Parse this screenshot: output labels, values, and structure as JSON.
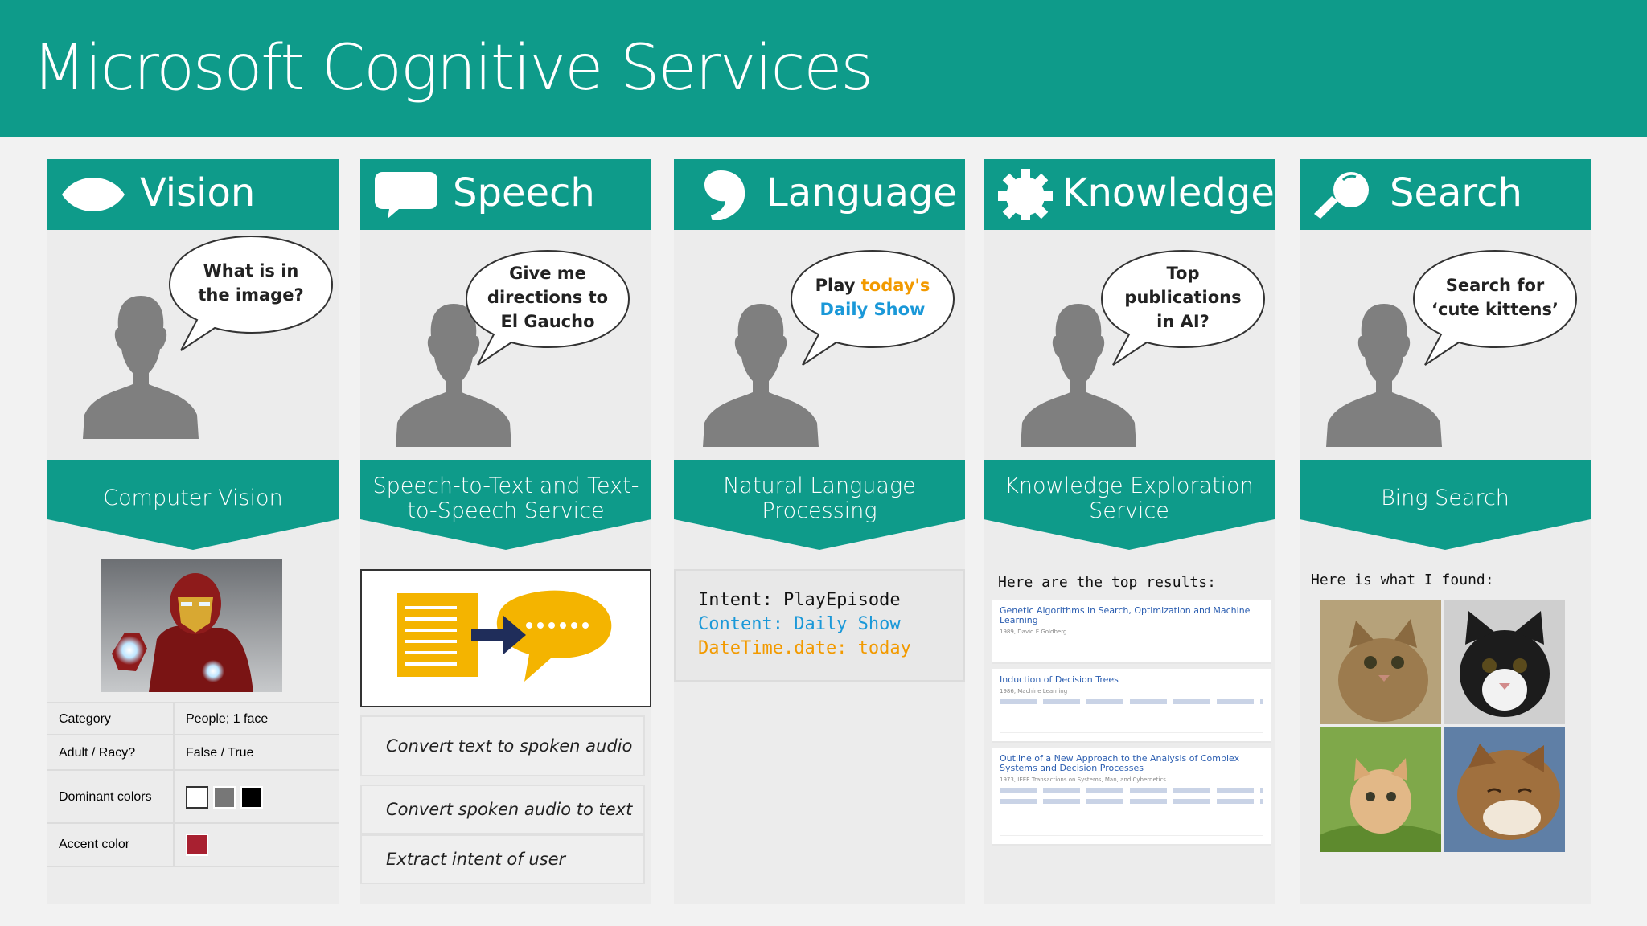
{
  "header": {
    "title": "Microsoft Cognitive Services"
  },
  "colors": {
    "teal": "#0e9b8a",
    "orange": "#f29a00",
    "blue": "#1a98d8",
    "accent_swatch": "#a82030"
  },
  "columns": {
    "vision": {
      "tab_label": "Vision",
      "icon": "eye-icon",
      "bubble": {
        "line1": "What is in",
        "line2": "the image?"
      },
      "banner": "Computer Vision",
      "table": [
        {
          "key": "Category",
          "value": "People; 1 face"
        },
        {
          "key": "Adult / Racy?",
          "value": "False / True"
        },
        {
          "key": "Dominant colors",
          "value": ""
        },
        {
          "key": "Accent color",
          "value": ""
        }
      ],
      "dominant_colors": [
        "#ffffff",
        "#777777",
        "#000000"
      ]
    },
    "speech": {
      "tab_label": "Speech",
      "icon": "speech-bubble-icon",
      "bubble": {
        "line1": "Give me",
        "line2": "directions to",
        "line3": "El Gaucho"
      },
      "banner_line1": "Speech-to-Text and Text-",
      "banner_line2": "to-Speech Service",
      "list": [
        "Convert text to spoken audio",
        "Convert spoken audio to text",
        "Extract intent of user"
      ]
    },
    "language": {
      "tab_label": "Language",
      "icon": "comma-icon",
      "bubble": {
        "w1": "Play ",
        "w2": "today's",
        "w3": "Daily Show"
      },
      "banner_line1": "Natural Language",
      "banner_line2": "Processing",
      "code": {
        "intent": "Intent: PlayEpisode",
        "content": "Content: Daily Show",
        "datetime": "DateTime.date: today"
      }
    },
    "knowledge": {
      "tab_label": "Knowledge",
      "icon": "gear-icon",
      "bubble": {
        "line1": "Top",
        "line2": "publications",
        "line3": "in AI?"
      },
      "banner_line1": "Knowledge Exploration",
      "banner_line2": "Service",
      "results_heading": "Here are the top results:",
      "results": [
        {
          "title": "Genetic Algorithms in Search, Optimization and Machine Learning",
          "meta": "1989, David E Goldberg"
        },
        {
          "title": "Induction of Decision Trees",
          "meta": "1986, Machine Learning"
        },
        {
          "title": "Outline of a New Approach to the Analysis of Complex Systems and Decision Processes",
          "meta": "1973, IEEE Transactions on Systems, Man, and Cybernetics"
        }
      ]
    },
    "search": {
      "tab_label": "Search",
      "icon": "magnifier-icon",
      "bubble": {
        "line1": "Search for",
        "line2": "‘cute kittens’"
      },
      "banner": "Bing Search",
      "results_heading": "Here is what I found:"
    }
  }
}
